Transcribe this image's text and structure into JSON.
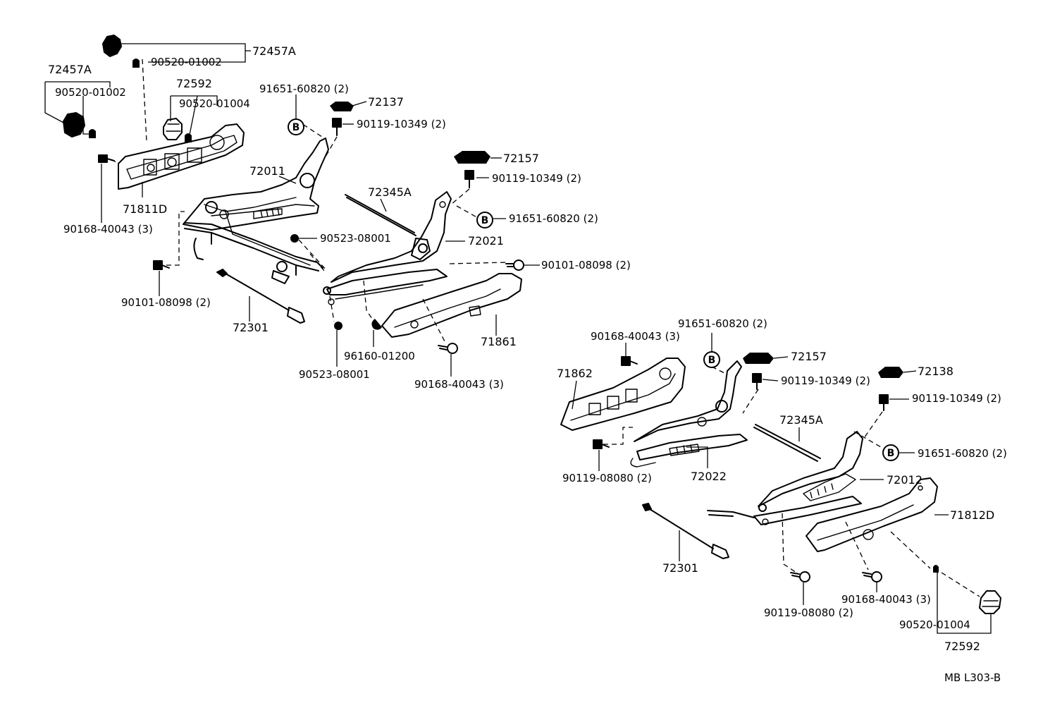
{
  "labels": {
    "l_72457A_top": "72457A",
    "l_90520_01002_top": "90520-01002",
    "l_72457A_left": "72457A",
    "l_90520_01002_left": "90520-01002",
    "l_72592_top": "72592",
    "l_90520_01004_top": "90520-01004",
    "l_91651_60820_a": "91651-60820 (2)",
    "l_72137": "72137",
    "l_90119_10349_a": "90119-10349 (2)",
    "l_72157_a": "72157",
    "l_90119_10349_b": "90119-10349 (2)",
    "l_72011": "72011",
    "l_72345A_a": "72345A",
    "l_91651_60820_b": "91651-60820 (2)",
    "l_71811D": "71811D",
    "l_90168_40043_a": "90168-40043 (3)",
    "l_90523_08001_a": "90523-08001",
    "l_72021": "72021",
    "l_90101_08098_r": "90101-08098 (2)",
    "l_90101_08098_l": "90101-08098 (2)",
    "l_72301_a": "72301",
    "l_96160_01200": "96160-01200",
    "l_71861": "71861",
    "l_90523_08001_b": "90523-08001",
    "l_90168_40043_b": "90168-40043 (3)",
    "l_91651_60820_c": "91651-60820 (2)",
    "l_90168_40043_c": "90168-40043 (3)",
    "l_72157_b": "72157",
    "l_72138": "72138",
    "l_71862": "71862",
    "l_90119_10349_c": "90119-10349 (2)",
    "l_90119_10349_d": "90119-10349 (2)",
    "l_72345A_b": "72345A",
    "l_91651_60820_d": "91651-60820 (2)",
    "l_90119_08080_a": "90119-08080 (2)",
    "l_72022": "72022",
    "l_72012": "72012",
    "l_71812D": "71812D",
    "l_72301_b": "72301",
    "l_90119_08080_b": "90119-08080 (2)",
    "l_90168_40043_d": "90168-40043 (3)",
    "l_90520_01004_b": "90520-01004",
    "l_72592_b": "72592",
    "l_code": "MB L303-B"
  },
  "badge_letter": "B"
}
